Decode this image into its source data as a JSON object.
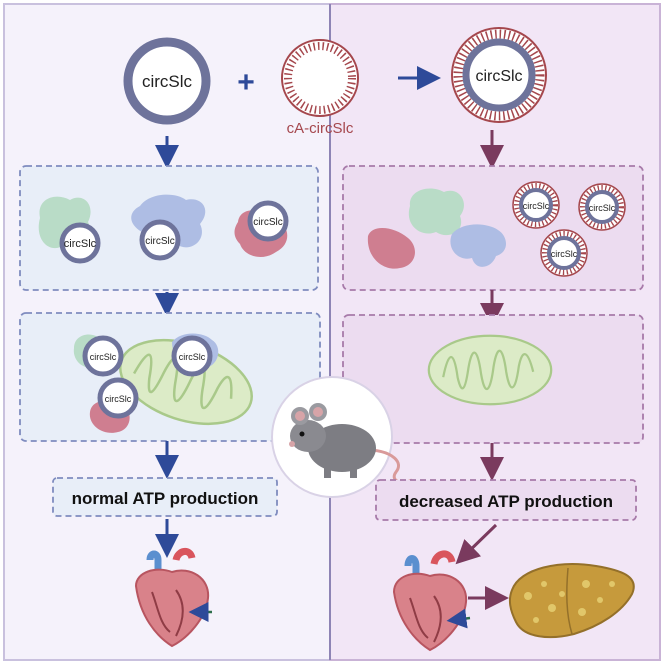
{
  "labels": {
    "circ_top_left": "circSlc",
    "plus": "+",
    "cA_label": "cA-circSlc",
    "circ_top_right": "circSlc",
    "small_circ": "circSlc",
    "normal_atp": "normal ATP production",
    "decreased_atp": "decreased ATP production"
  },
  "colors": {
    "left_panel_bg": "#f4f2fb",
    "right_panel_bg": "#f1e6f6",
    "left_box_bg": "#e8eef8",
    "right_box_bg": "#ecdcf0",
    "blue_arrow": "#2e4a99",
    "purple_arrow": "#7a3a5e",
    "circ_ring": "#6e739b",
    "cA_ring": "#a5474d",
    "mito_green": "#cfe4b6",
    "protein_green": "#b9dcc7",
    "protein_blue": "#aebde4",
    "protein_red": "#cf7e90"
  },
  "icons": [
    "mouse-icon",
    "heart-icon",
    "liver-icon",
    "mitochondrion-icon",
    "protein-icon"
  ]
}
